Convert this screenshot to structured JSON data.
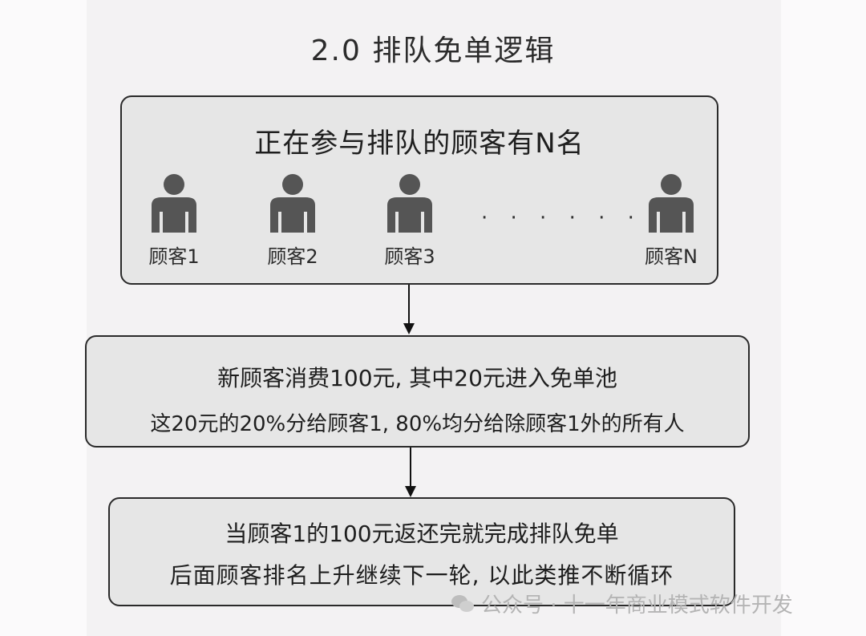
{
  "title": "2.0 排队免单逻辑",
  "queue": {
    "heading": "正在参与排队的顾客有N名",
    "customers": [
      "顾客1",
      "顾客2",
      "顾客3",
      "顾客N"
    ],
    "ellipsis": "· · · · · ·"
  },
  "step2": {
    "line1": "新顾客消费100元, 其中20元进入免单池",
    "line2": "这20元的20%分给顾客1, 80%均分给除顾客1外的所有人"
  },
  "step3": {
    "line1": "当顾客1的100元返还完就完成排队免单",
    "line2": "后面顾客排名上升继续下一轮, 以此类推不断循环"
  },
  "watermark": "公众号 · 十一年商业模式软件开发",
  "colors": {
    "box_fill": "#e6e6e6",
    "border": "#2a2a2a",
    "person_icon": "#555555"
  }
}
